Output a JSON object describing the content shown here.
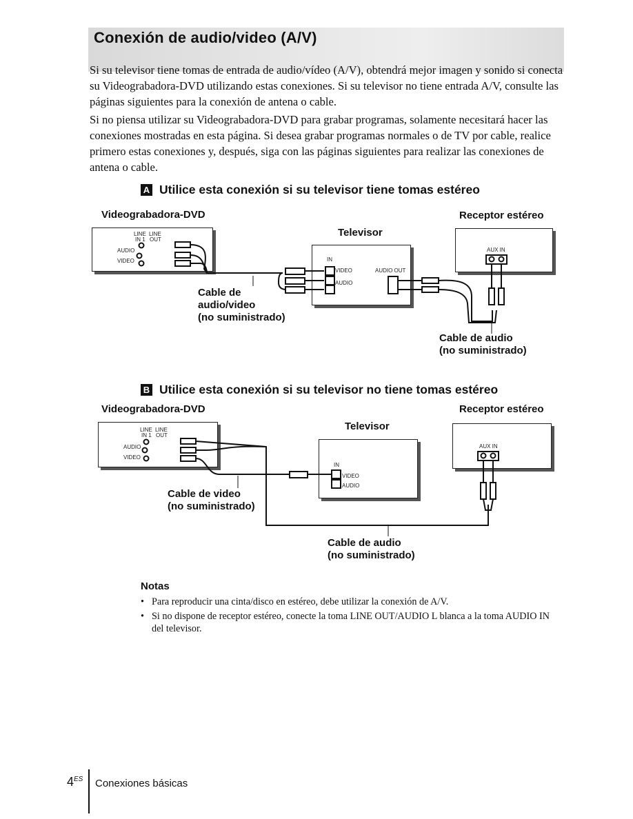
{
  "title": "Conexión de audio/video (A/V)",
  "intro": [
    "Si su televisor tiene tomas de entrada de audio/vídeo (A/V), obtendrá mejor imagen y sonido si conecta su Videograbadora-DVD utilizando estas conexiones. Si su televisor no tiene entrada A/V, consulte las páginas siguientes para la conexión de antena o cable.",
    "Si no piensa utilizar su Videograbadora-DVD para grabar programas, solamente necesitará hacer las conexiones mostradas en esta página. Si desea grabar programas normales o de TV por cable, realice primero estas conexiones y, después, siga con las páginas siguientes para realizar las conexiones de antena o cable."
  ],
  "section_a": {
    "letter": "A",
    "heading": "Utilice esta conexión si su televisor tiene tomas estéreo",
    "vcr_label": "Videograbadora-DVD",
    "receiver_label": "Receptor estéreo",
    "tv_label": "Televisor",
    "vcr_ports": {
      "line_in": "LINE",
      "line_out": "LINE",
      "in1": "IN 1",
      "out": "OUT",
      "audio": "AUDIO",
      "video": "VIDEO"
    },
    "tv_ports": {
      "in": "IN",
      "video": "VIDEO",
      "audio": "AUDIO",
      "audio_out": "AUDIO OUT"
    },
    "receiver_port": "AUX IN",
    "av_cable": [
      "Cable de",
      "audio/video",
      "(no suministrado)"
    ],
    "audio_cable": [
      "Cable de audio",
      "(no suministrado)"
    ]
  },
  "section_b": {
    "letter": "B",
    "heading": "Utilice esta conexión si su televisor no tiene tomas estéreo",
    "vcr_label": "Videograbadora-DVD",
    "receiver_label": "Receptor estéreo",
    "tv_label": "Televisor",
    "vcr_ports": {
      "line_in": "LINE",
      "line_out": "LINE",
      "in1": "IN 1",
      "out": "OUT",
      "audio": "AUDIO",
      "video": "VIDEO"
    },
    "tv_ports": {
      "in": "IN",
      "video": "VIDEO",
      "audio": "AUDIO"
    },
    "receiver_port": "AUX IN",
    "video_cable": [
      "Cable de video",
      "(no suministrado)"
    ],
    "audio_cable": [
      "Cable de audio",
      "(no suministrado)"
    ]
  },
  "notes": {
    "title": "Notas",
    "items": [
      "Para reproducir una cinta/disco en estéreo, debe utilizar la conexión de A/V.",
      "Si no dispone de receptor estéreo, conecte la toma LINE OUT/AUDIO L blanca a la toma AUDIO IN del televisor."
    ]
  },
  "footer": {
    "page": "4",
    "page_suffix": "ES",
    "section": "Conexiones básicas"
  }
}
